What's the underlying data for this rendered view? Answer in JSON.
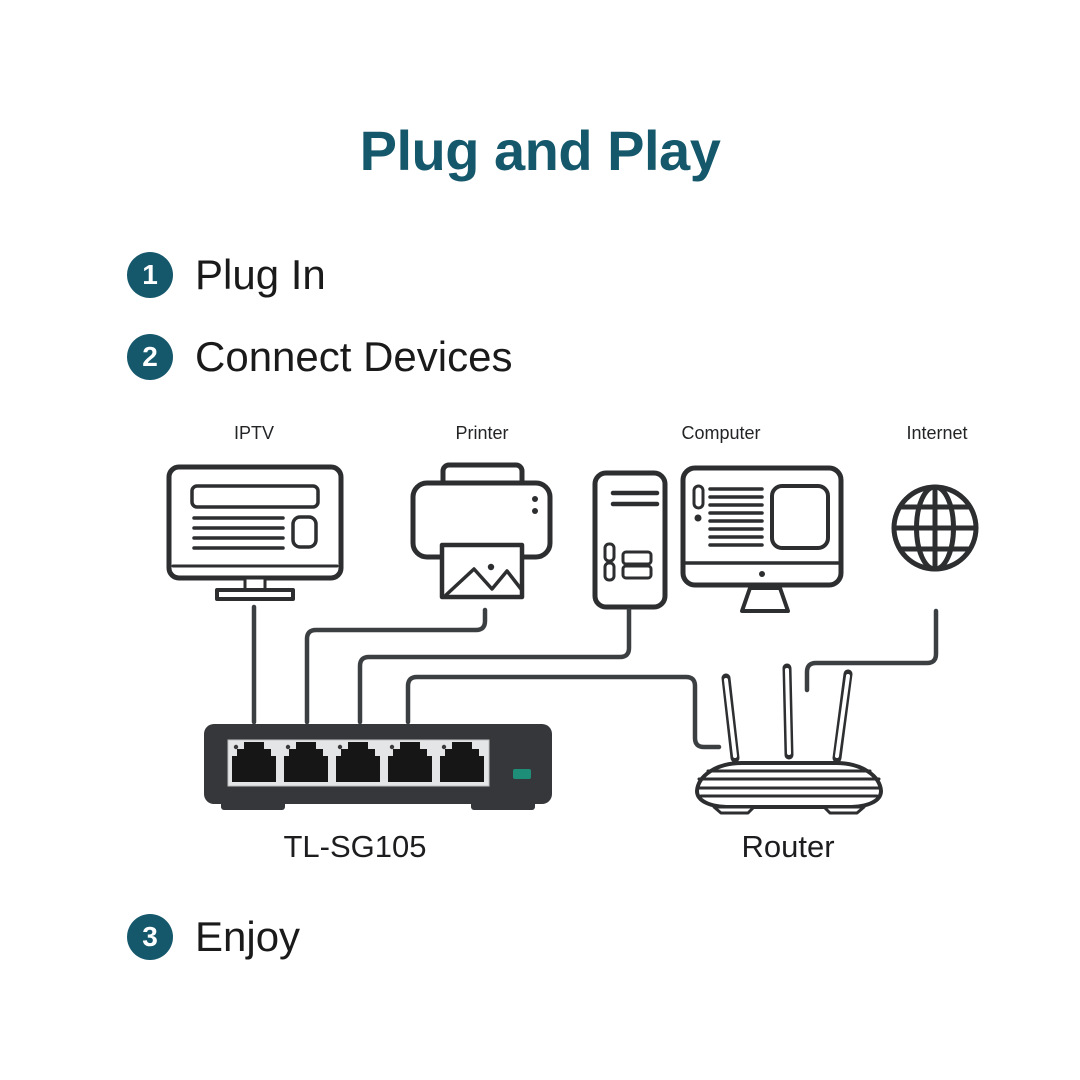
{
  "title": "Plug and Play",
  "steps": [
    {
      "num": "1",
      "label": "Plug In"
    },
    {
      "num": "2",
      "label": "Connect Devices"
    },
    {
      "num": "3",
      "label": "Enjoy"
    }
  ],
  "devices": {
    "iptv": "IPTV",
    "printer": "Printer",
    "computer": "Computer",
    "internet": "Internet"
  },
  "equipment": {
    "switch_label": "TL-SG105",
    "switch_port_count": 5,
    "router_label": "Router"
  },
  "colors": {
    "accent_teal": "#15586c",
    "text_black": "#1a1a1a",
    "icon_stroke": "#2c2e30",
    "cable": "#3c3f41",
    "switch_body": "#35373a",
    "switch_panel": "#e4e5e7",
    "port_black": "#161616",
    "led_teal": "#1f8e79"
  }
}
